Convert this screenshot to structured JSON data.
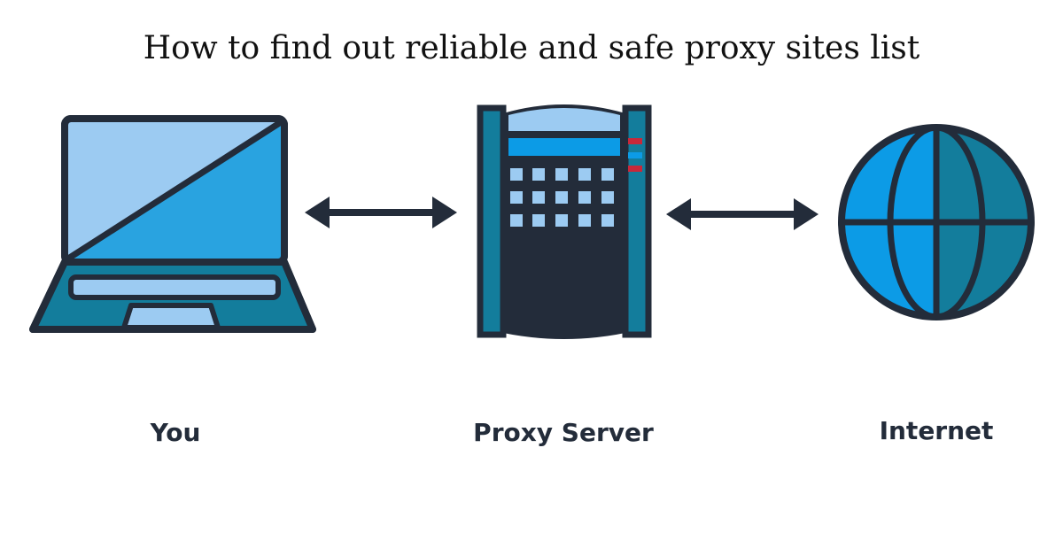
{
  "title": "How to find out reliable and safe proxy sites list",
  "nodes": [
    {
      "id": "you",
      "label": "You",
      "icon": "laptop-icon"
    },
    {
      "id": "proxy",
      "label": "Proxy Server",
      "icon": "server-icon"
    },
    {
      "id": "internet",
      "label": "Internet",
      "icon": "globe-icon"
    }
  ],
  "connections": [
    {
      "from": "you",
      "to": "proxy",
      "direction": "bidirectional"
    },
    {
      "from": "proxy",
      "to": "internet",
      "direction": "bidirectional"
    }
  ],
  "colors": {
    "outline": "#232c3a",
    "light_blue": "#9ccbf2",
    "mid_blue": "#29a3e0",
    "bright_blue": "#0c9be6",
    "teal": "#137d9c",
    "indicator_red": "#c8283a"
  }
}
